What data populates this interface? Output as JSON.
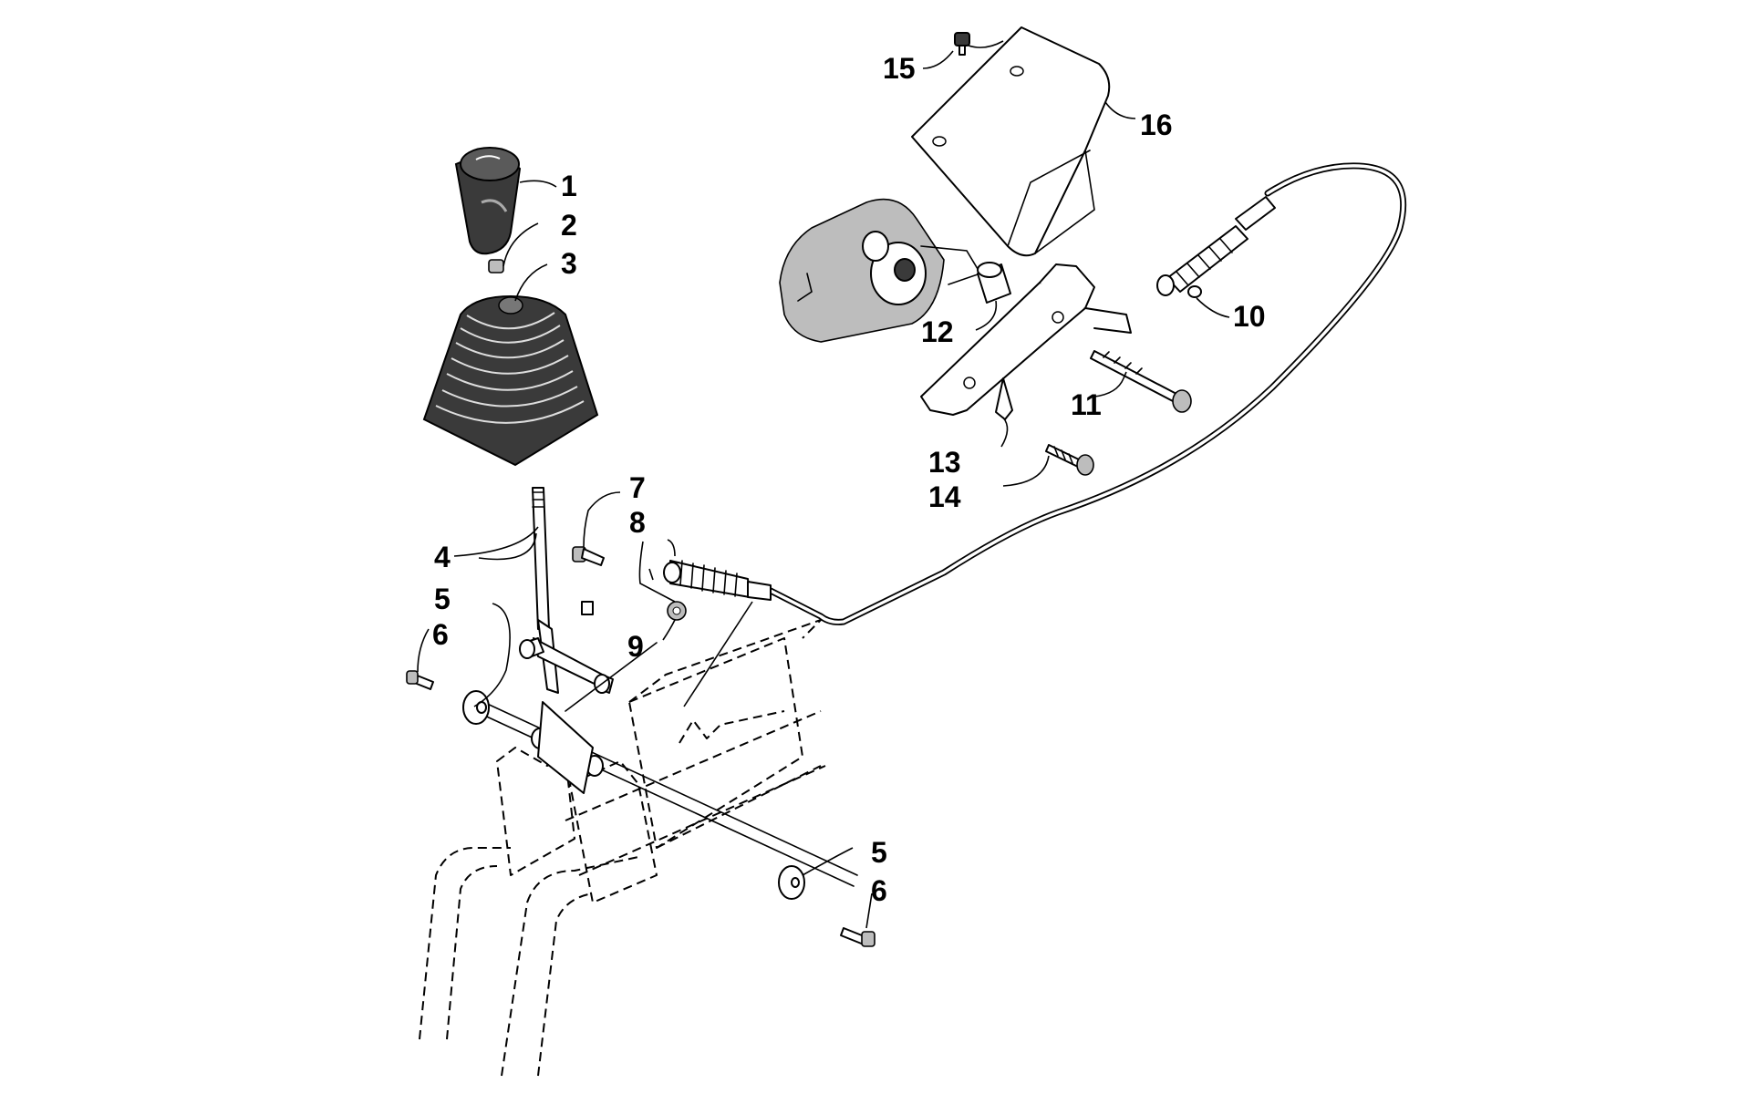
{
  "diagram": {
    "callouts": [
      {
        "id": "c1",
        "text": "1"
      },
      {
        "id": "c2",
        "text": "2"
      },
      {
        "id": "c3",
        "text": "3"
      },
      {
        "id": "c4",
        "text": "4"
      },
      {
        "id": "c5a",
        "text": "5"
      },
      {
        "id": "c6a",
        "text": "6"
      },
      {
        "id": "c7",
        "text": "7"
      },
      {
        "id": "c8",
        "text": "8"
      },
      {
        "id": "c9",
        "text": "9"
      },
      {
        "id": "c10",
        "text": "10"
      },
      {
        "id": "c11",
        "text": "11"
      },
      {
        "id": "c12",
        "text": "12"
      },
      {
        "id": "c13",
        "text": "13"
      },
      {
        "id": "c14",
        "text": "14"
      },
      {
        "id": "c15",
        "text": "15"
      },
      {
        "id": "c16",
        "text": "16"
      },
      {
        "id": "c5b",
        "text": "5"
      },
      {
        "id": "c6b",
        "text": "6"
      }
    ]
  }
}
